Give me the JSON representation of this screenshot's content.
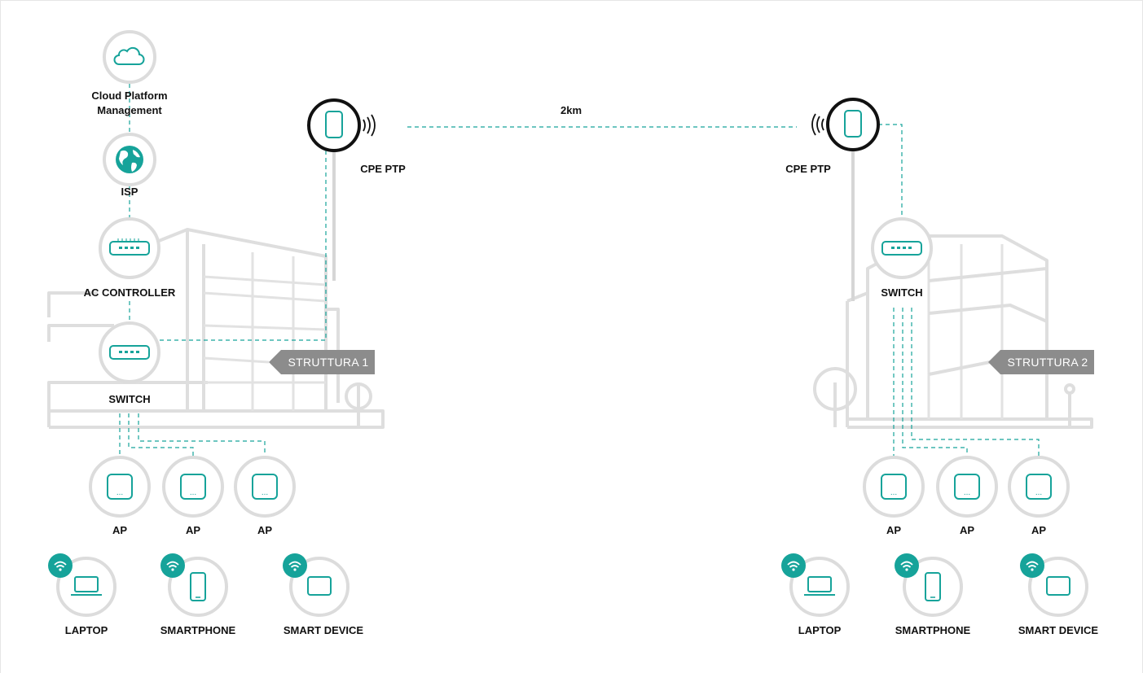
{
  "colors": {
    "accent": "#16a39a",
    "ring": "#dcdcdc",
    "tag_bg": "#8c8c8c",
    "building": "#dedede"
  },
  "link": {
    "distance": "2km"
  },
  "cloud": {
    "label_line1": "Cloud Platform",
    "label_line2": "Management",
    "icon": "cloud-icon"
  },
  "isp": {
    "label": "ISP",
    "icon": "globe-icon"
  },
  "site1": {
    "tag": "STRUTTURA 1",
    "cpe": {
      "label": "CPE PTP",
      "icon": "cpe-antenna-icon"
    },
    "ac_controller": {
      "label": "AC CONTROLLER",
      "icon": "controller-icon"
    },
    "switch": {
      "label": "SWITCH",
      "icon": "switch-icon"
    },
    "aps": [
      {
        "label": "AP"
      },
      {
        "label": "AP"
      },
      {
        "label": "AP"
      }
    ],
    "clients": [
      {
        "label": "LAPTOP",
        "icon": "laptop-icon"
      },
      {
        "label": "SMARTPHONE",
        "icon": "smartphone-icon"
      },
      {
        "label": "SMART DEVICE",
        "icon": "tablet-icon"
      }
    ]
  },
  "site2": {
    "tag": "STRUTTURA 2",
    "cpe": {
      "label": "CPE PTP",
      "icon": "cpe-antenna-icon"
    },
    "switch": {
      "label": "SWITCH",
      "icon": "switch-icon"
    },
    "aps": [
      {
        "label": "AP"
      },
      {
        "label": "AP"
      },
      {
        "label": "AP"
      }
    ],
    "clients": [
      {
        "label": "LAPTOP",
        "icon": "laptop-icon"
      },
      {
        "label": "SMARTPHONE",
        "icon": "smartphone-icon"
      },
      {
        "label": "SMART DEVICE",
        "icon": "tablet-icon"
      }
    ]
  }
}
